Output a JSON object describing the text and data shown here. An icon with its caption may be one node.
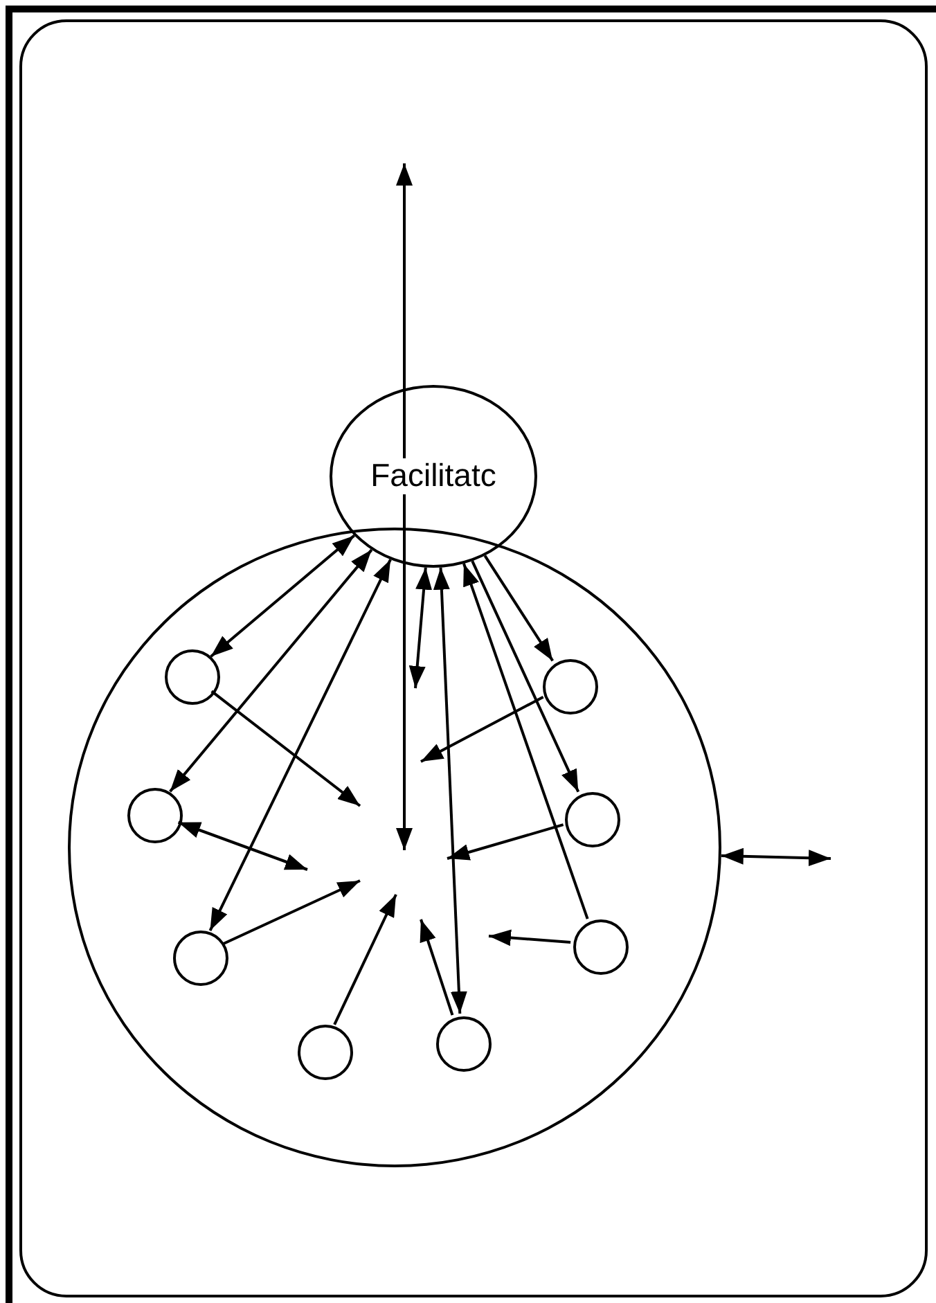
{
  "diagram": {
    "nodes": [
      {
        "text": [],
        "shape": "circle"
      },
      {
        "text": [
          "Facilitatc"
        ]
      },
      {
        "text": [],
        "shape": "circle",
        "in": 0
      },
      {
        "text": [],
        "shape": "circle",
        "in": 0
      },
      {
        "text": [],
        "shape": "circle",
        "in": 0
      },
      {
        "text": [],
        "shape": "circle",
        "in": 0
      },
      {
        "text": [],
        "shape": "circle",
        "in": 0
      },
      {
        "text": [],
        "shape": "circle",
        "in": 0
      },
      {
        "text": [],
        "shape": "circle",
        "in": 0
      },
      {
        "text": [],
        "shape": "circle",
        "in": 0
      }
    ],
    "edges": [
      {
        "from": 1,
        "to": 2,
        "arrow": "both"
      },
      {
        "from": 1,
        "to": 4,
        "arrow": "both"
      },
      {
        "from": 1,
        "to": 6,
        "arrow": "both"
      },
      {
        "from": 2,
        "to": null,
        "arrow": "to"
      },
      {
        "from": 4,
        "to": null,
        "arrow": "both"
      },
      {
        "from": 6,
        "to": null,
        "arrow": "to"
      },
      {
        "from": 8,
        "to": null,
        "arrow": "to"
      },
      {
        "from": 9,
        "to": null,
        "arrow": "to"
      },
      {
        "from": 7,
        "to": null,
        "arrow": "to"
      },
      {
        "from": 5,
        "to": null,
        "arrow": "to"
      },
      {
        "from": 3,
        "to": null,
        "arrow": "to"
      },
      {
        "from": 1,
        "to": 3,
        "arrow": "to"
      },
      {
        "from": 1,
        "to": 5,
        "arrow": "to"
      },
      {
        "from": 7,
        "to": 1,
        "arrow": "to"
      },
      {
        "from": 1,
        "to": 9,
        "arrow": "both"
      },
      {
        "from": 1,
        "to": null,
        "arrow": "both"
      },
      {
        "from": 0,
        "to": null,
        "arrow": "both"
      }
    ]
  }
}
